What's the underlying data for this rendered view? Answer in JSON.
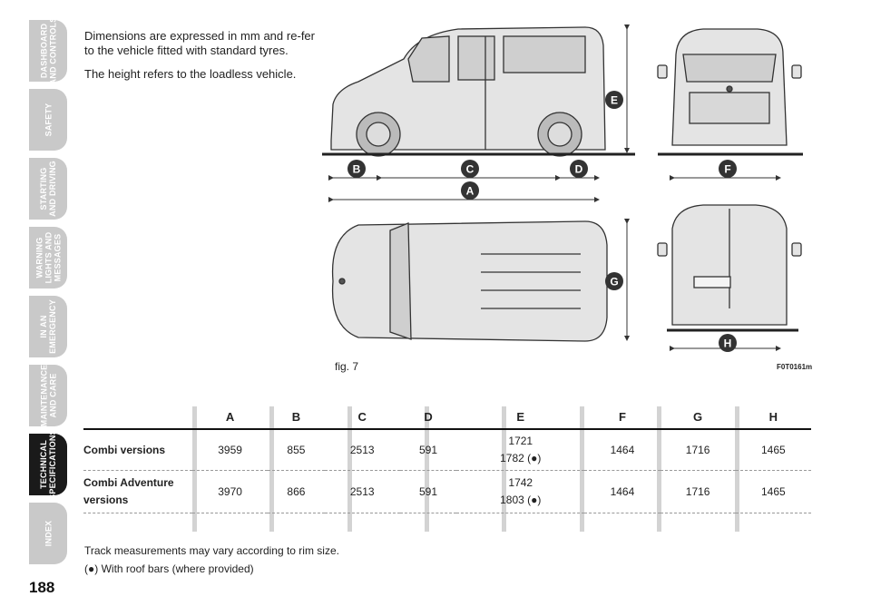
{
  "sidebar": {
    "tabs": [
      {
        "label": "DASHBOARD\nAND CONTROLS",
        "active": false
      },
      {
        "label": "SAFETY",
        "active": false
      },
      {
        "label": "STARTING\nAND DRIVING",
        "active": false
      },
      {
        "label": "WARNING\nLIGHTS AND\nMESSAGES",
        "active": false
      },
      {
        "label": "IN AN\nEMERGENCY",
        "active": false
      },
      {
        "label": "MAINTENANCE\nAND CARE",
        "active": false
      },
      {
        "label": "TECHNICAL\nSPECIFICATIONS",
        "active": true
      },
      {
        "label": "INDEX",
        "active": false
      }
    ]
  },
  "page_number": "188",
  "intro": {
    "p1": "Dimensions are expressed in mm and re-fer to the vehicle fitted with standard tyres.",
    "p2": "The height refers to the loadless vehicle."
  },
  "figure": {
    "label": "fig. 7",
    "code": "F0T0161m",
    "markers": [
      "A",
      "B",
      "C",
      "D",
      "E",
      "F",
      "G",
      "H"
    ]
  },
  "table": {
    "headers": [
      "",
      "A",
      "B",
      "C",
      "D",
      "E",
      "F",
      "G",
      "H"
    ],
    "rows": [
      {
        "label": "Combi versions",
        "A": "3959",
        "B": "855",
        "C": "2513",
        "D": "591",
        "E1": "1721",
        "E2": "1782 (●)",
        "F": "1464",
        "G": "1716",
        "H": "1465"
      },
      {
        "label": "Combi Adventure versions",
        "A": "3970",
        "B": "866",
        "C": "2513",
        "D": "591",
        "E1": "1742",
        "E2": "1803 (●)",
        "F": "1464",
        "G": "1716",
        "H": "1465"
      }
    ]
  },
  "notes": {
    "n1": "Track measurements may vary according to rim size.",
    "n2": "(●) With roof bars (where provided)"
  },
  "colors": {
    "tab_inactive": "#c9c9c9",
    "tab_active": "#1a1a1a",
    "marker": "#333333"
  }
}
